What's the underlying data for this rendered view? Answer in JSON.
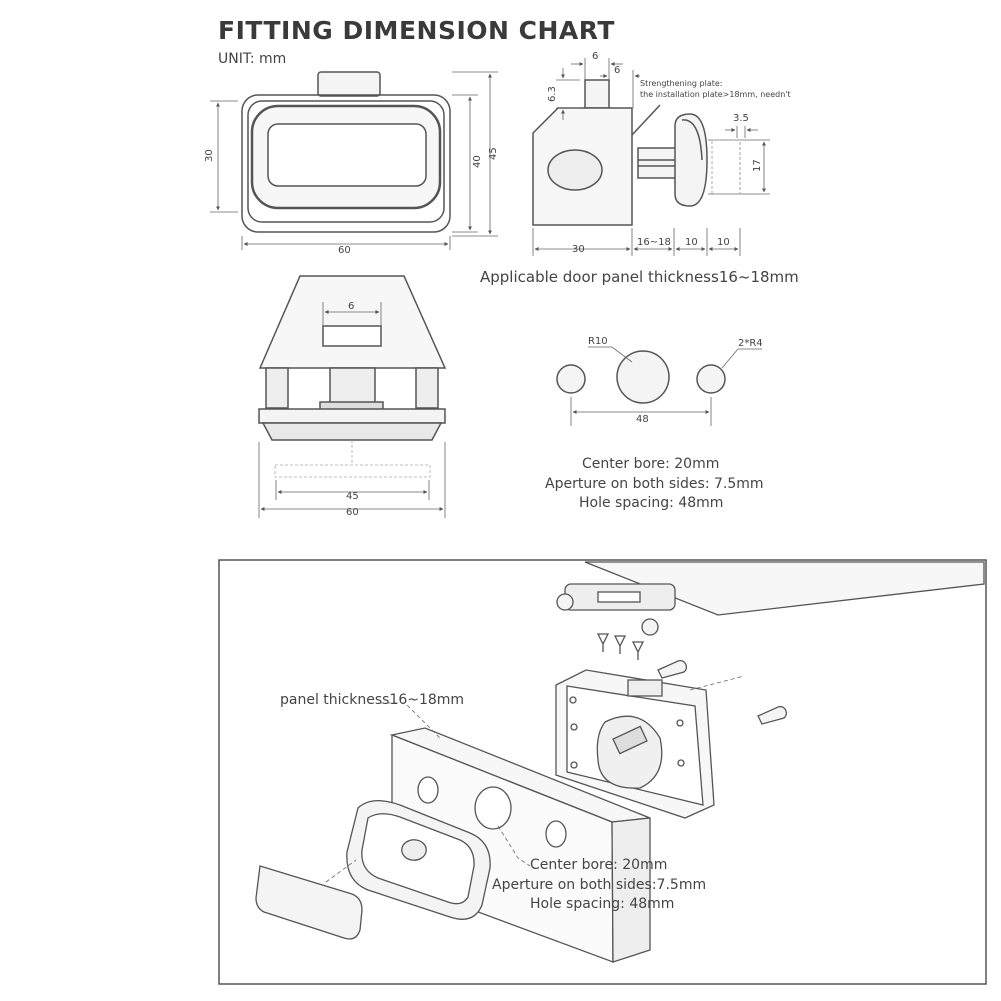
{
  "header": {
    "title": "FITTING DIMENSION CHART",
    "unit": "UNIT:  mm"
  },
  "front_view": {
    "dim_width": "60",
    "dim_inner_height": "30",
    "dim_height_40": "40",
    "dim_height_45": "45"
  },
  "side_view": {
    "dim_6a": "6",
    "dim_6b": "6",
    "dim_6_3": "6.3",
    "dim_3_5": "3.5",
    "dim_17": "17",
    "dim_30": "30",
    "dim_16_18": "16~18",
    "dim_10a": "10",
    "dim_10b": "10",
    "note_line1": "Strengthening plate:",
    "note_line2": "the installation plate>18mm,  needn't"
  },
  "panel_thickness_caption": "Applicable door panel thickness16~18mm",
  "top_view": {
    "dim_6": "6",
    "dim_45": "45",
    "dim_60": "60"
  },
  "holes": {
    "label_r10": "R10",
    "label_2r4": "2*R4",
    "dim_48": "48",
    "spec_center_bore": "Center bore: 20mm",
    "spec_aperture": "Aperture on both sides: 7.5mm",
    "spec_spacing": "Hole spacing: 48mm"
  },
  "installation": {
    "panel_label": "panel thickness16~18mm",
    "center_bore": "Center bore: 20mm",
    "aperture": "Aperture on both sides:7.5mm",
    "spacing": "Hole spacing: 48mm"
  }
}
